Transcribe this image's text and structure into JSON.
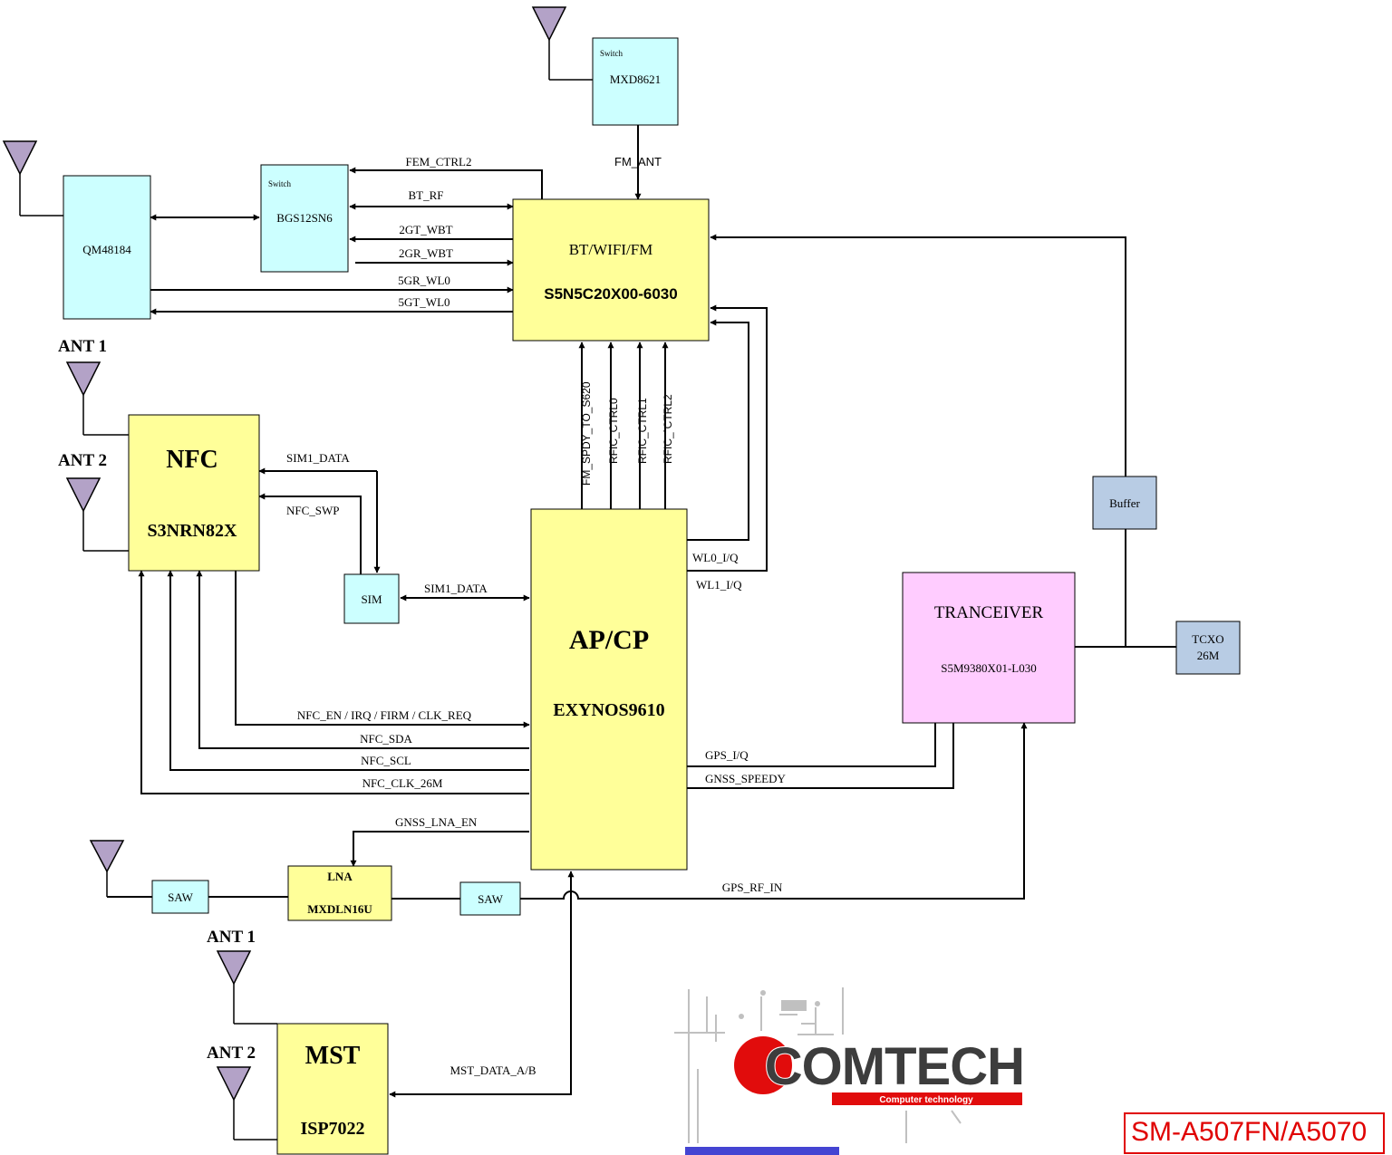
{
  "blocks": {
    "fm_switch": {
      "tag": "Switch",
      "name": "MXD8621"
    },
    "bt_switch": {
      "tag": "Switch",
      "name": "BGS12SN6"
    },
    "fem": {
      "name": "QM48184"
    },
    "wifi": {
      "title": "BT/WIFI/FM",
      "part": "S5N5C20X00-6030"
    },
    "nfc": {
      "title": "NFC",
      "part": "S3NRN82X"
    },
    "sim": {
      "name": "SIM"
    },
    "ap": {
      "title": "AP/CP",
      "part": "EXYNOS9610"
    },
    "buffer": {
      "name": "Buffer"
    },
    "transceiver": {
      "title": "TRANCEIVER",
      "part": "S5M9380X01-L030"
    },
    "tcxo": {
      "line1": "TCXO",
      "line2": "26M"
    },
    "lna": {
      "title": "LNA",
      "part": "MXDLN16U"
    },
    "saw1": {
      "name": "SAW"
    },
    "saw2": {
      "name": "SAW"
    },
    "mst": {
      "title": "MST",
      "part": "ISP7022"
    }
  },
  "antennas": {
    "nfc_ant1": "ANT 1",
    "nfc_ant2": "ANT 2",
    "mst_ant1": "ANT 1",
    "mst_ant2": "ANT 2"
  },
  "signals": {
    "fm_ant": "FM_ANT",
    "fem_ctrl2": "FEM_CTRL2",
    "bt_rf": "BT_RF",
    "gt_wbt": "2GT_WBT",
    "gr_wbt": "2GR_WBT",
    "gr_wl0": "5GR_WL0",
    "gt_wl0": "5GT_WL0",
    "fm_spdy": "FM_SPDY_TO_S620",
    "rfic_ctrl0": "RFIC_CTRL0",
    "rfic_ctrl1": "RFIC_CTRL1",
    "rfic_ctrl2": "RFIC_`CTRL2",
    "wl0_iq": "WL0_I/Q",
    "wl1_iq": "WL1_I/Q",
    "sim1_data_nfc": "SIM1_DATA",
    "nfc_swp": "NFC_SWP",
    "sim1_data_ap": "SIM1_DATA",
    "nfc_en": "NFC_EN / IRQ / FIRM / CLK_REQ",
    "nfc_sda": "NFC_SDA",
    "nfc_scl": "NFC_SCL",
    "nfc_clk": "NFC_CLK_26M",
    "gps_iq": "GPS_I/Q",
    "gnss_speedy": "GNSS_SPEEDY",
    "gnss_lna_en": "GNSS_LNA_EN",
    "gps_rf_in": "GPS_RF_IN",
    "mst_data": "MST_DATA_A/B"
  },
  "logo": {
    "brand": "COMTECH",
    "tagline": "Computer technology"
  },
  "footer": {
    "model": "SM-A507FN/A5070"
  }
}
